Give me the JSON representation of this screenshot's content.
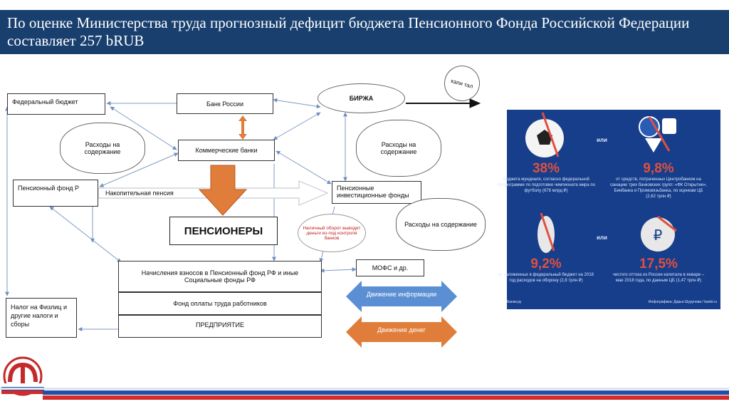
{
  "title": "По оценке Министерства труда прогнозный дефицит бюджета Пенсионного Фонда Российской Федерации составляет 257 bRUB",
  "diagram": {
    "federal_budget": "Федеральный бюджет",
    "bank_russia": "Банк России",
    "birzha": "БИРЖА",
    "kapital": "капи тал",
    "commercial_banks": "Коммерческие банки",
    "pension_fund": "Пенсионный фонд Р",
    "accum_pension": "Накопительная пенсия",
    "npf": "Пенсионные инвестиционные фонды",
    "pensioners": "ПЕНСИОНЕРЫ",
    "cash_note": "Наличный оборот выводит деньги из-под контроля банков",
    "cloud_expenses_1": "Расходы на содержание",
    "cloud_expenses_2": "Расходы на содержание",
    "cloud_expenses_3": "Расходы на содержание",
    "contributions": "Начисления взносов в Пенсионный фонд РФ и иные Социальные фонды РФ",
    "payroll": "Фонд оплаты труда работников",
    "enterprise": "ПРЕДПРИЯТИЕ",
    "mofs": "МОФС и др.",
    "tax": "Налог на Физлиц и другие налоги и сборы",
    "info_flow": "Движение информации",
    "money_flow": "Движение денег"
  },
  "infographic": {
    "or_1": "или",
    "or_2": "или",
    "p1": "38%",
    "t1": "бюджета мундиаля, согласно федеральной госпрограмме по подготовке чемпионата мира по футболу (678 млрд ₽)",
    "p2": "9,8%",
    "t2": "от средств, потраченных Центробанком на санацию трех банковских групп: «ФК Открытие», Бинбанка и Промсвязьбанка, по оценкам ЦБ (2,62 трлн ₽)",
    "p3": "9,2%",
    "t3": "от заложенных в федеральный бюджет на 2018 год расходов на оборону (2,8 трлн ₽)",
    "p4": "17,5%",
    "t4": "чистого оттока из России капитала в январе – мае 2018 года, по данным ЦБ (1,47 трлн ₽)",
    "source": "Инфографика: Дарья Шурупова / banki.ru",
    "source_left": "Банки.ру"
  },
  "colors": {
    "header": "#183f6e",
    "info_bg": "#173e8a",
    "accent_red": "#e05040",
    "arrow_orange": "#e07d3a",
    "arrow_blue": "#5b8fd3",
    "flag_blue": "#1f4fa8",
    "flag_red": "#d42a2a"
  }
}
